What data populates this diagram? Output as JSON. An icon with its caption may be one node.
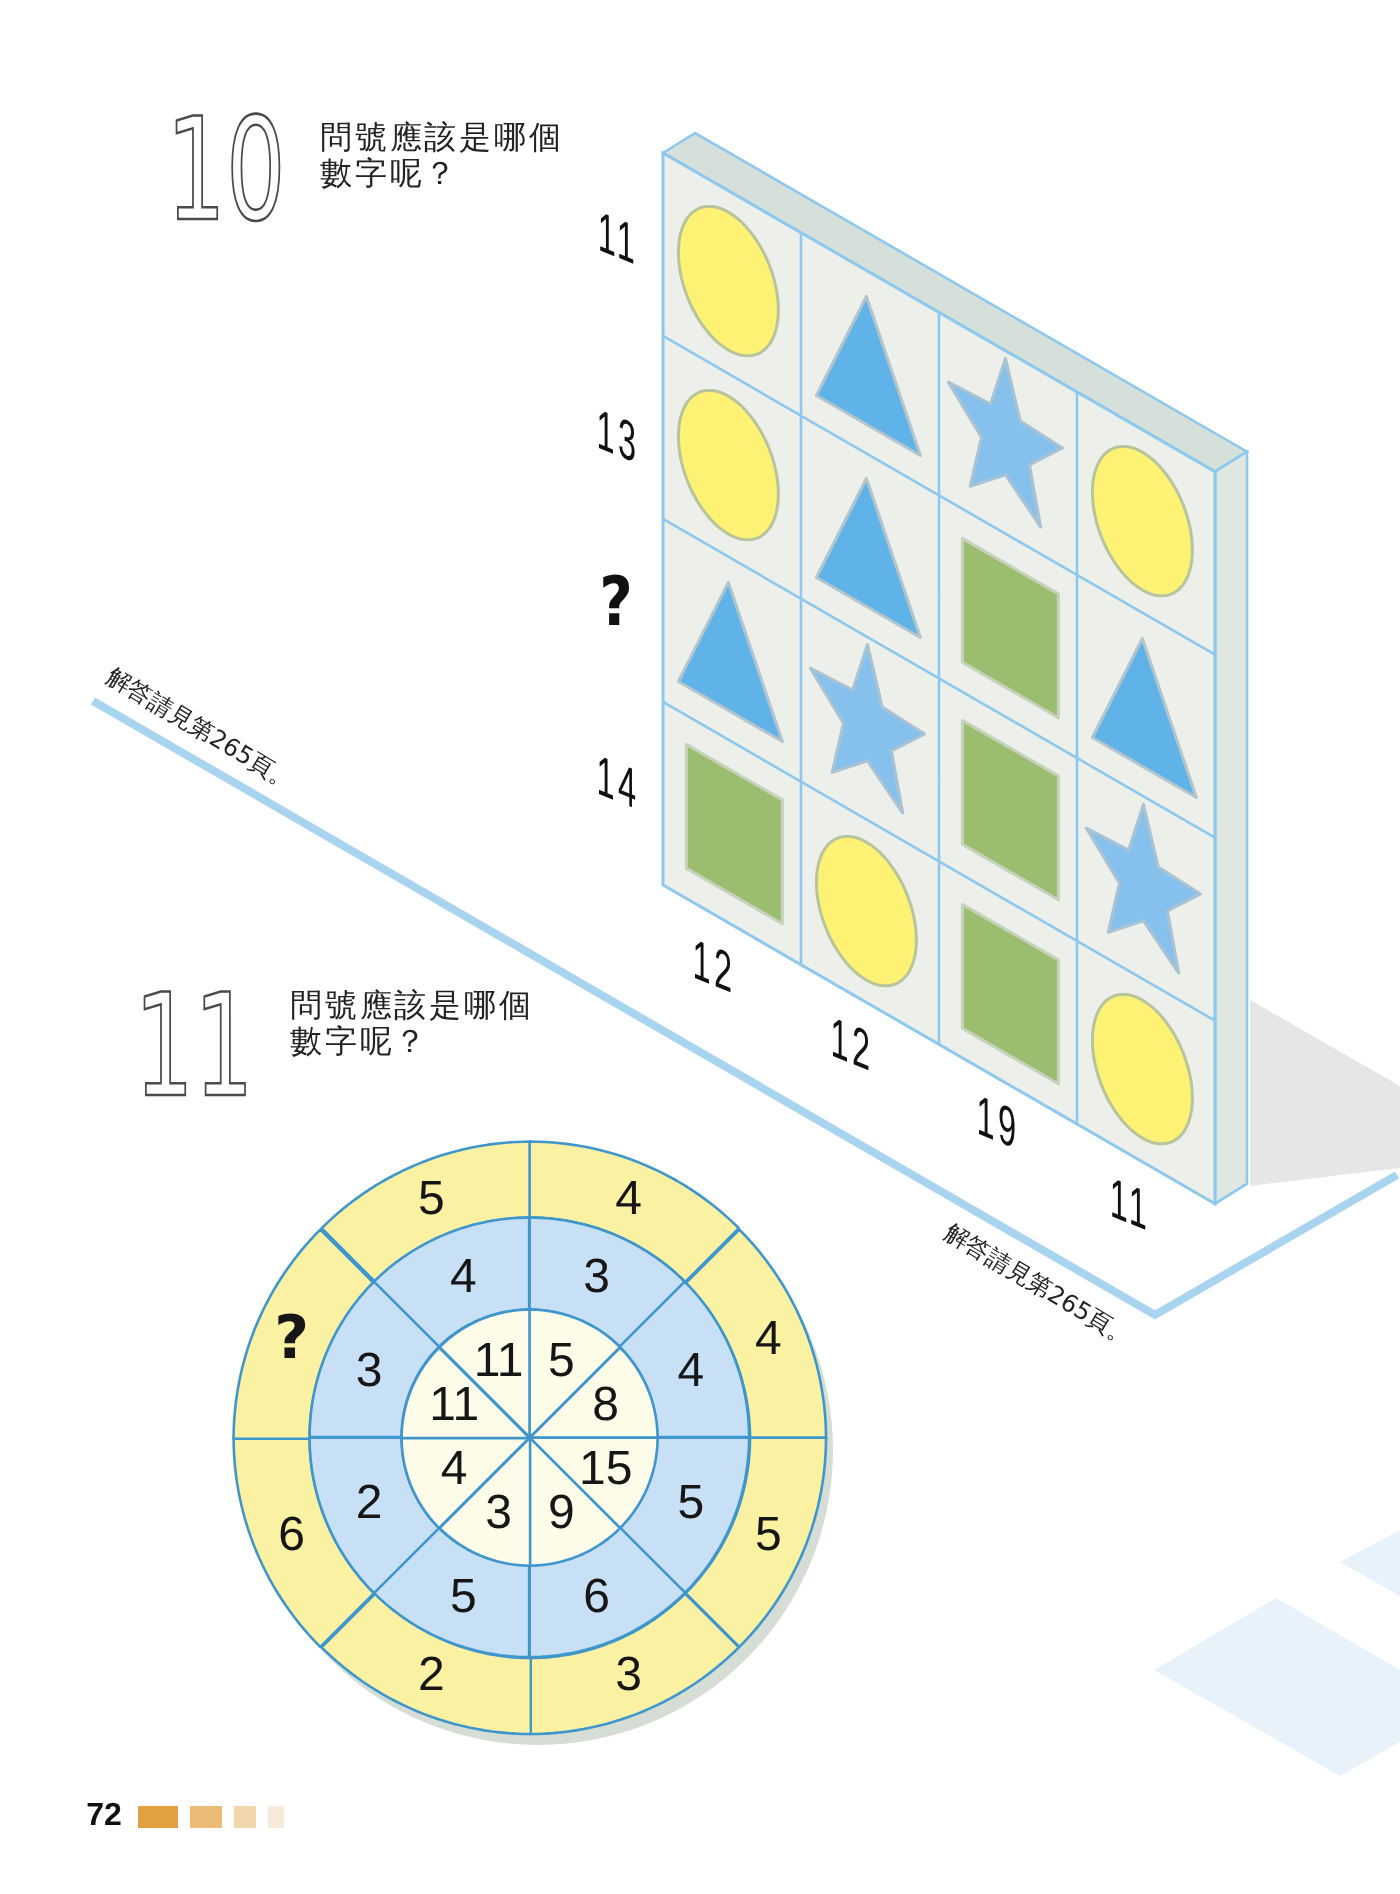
{
  "diagram": {
    "nodes": [
      {
        "text": [],
        "shape": "circle"
      },
      {
        "text": [],
        "shape": "triangle"
      },
      {
        "text": [],
        "shape": "star"
      },
      {
        "text": [],
        "shape": "circle"
      },
      {
        "text": [],
        "shape": "circle"
      },
      {
        "text": [],
        "shape": "triangle"
      },
      {
        "text": [],
        "shape": "square"
      },
      {
        "text": [],
        "shape": "triangle"
      },
      {
        "text": [],
        "shape": "triangle"
      },
      {
        "text": [],
        "shape": "star"
      },
      {
        "text": [],
        "shape": "square"
      },
      {
        "text": [],
        "shape": "star"
      },
      {
        "text": [],
        "shape": "square"
      },
      {
        "text": [],
        "shape": "circle"
      },
      {
        "text": [],
        "shape": "square"
      },
      {
        "text": [],
        "shape": "circle"
      },
      {
        "text": [
          "5"
        ]
      },
      {
        "text": [
          "4"
        ]
      },
      {
        "text": [
          "4"
        ]
      },
      {
        "text": [
          "5"
        ]
      },
      {
        "text": [
          "3"
        ]
      },
      {
        "text": [
          "2"
        ]
      },
      {
        "text": [
          "6"
        ]
      },
      {
        "text": [
          "?"
        ]
      },
      {
        "text": [
          "4"
        ]
      },
      {
        "text": [
          "3"
        ]
      },
      {
        "text": [
          "4"
        ]
      },
      {
        "text": [
          "5"
        ]
      },
      {
        "text": [
          "6"
        ]
      },
      {
        "text": [
          "5"
        ]
      },
      {
        "text": [
          "2"
        ]
      },
      {
        "text": [
          "3"
        ]
      },
      {
        "text": [
          "11"
        ]
      },
      {
        "text": [
          "5"
        ]
      },
      {
        "text": [
          "8"
        ]
      },
      {
        "text": [
          "15"
        ]
      },
      {
        "text": [
          "9"
        ]
      },
      {
        "text": [
          "3"
        ]
      },
      {
        "text": [
          "4"
        ]
      },
      {
        "text": [
          "11"
        ]
      }
    ],
    "labels": [
      "10",
      "問號應該是哪個數字呢？",
      "11",
      "13",
      "?",
      "14",
      "12",
      "12",
      "19",
      "11",
      "解答請見第265頁。",
      "11",
      "問號應該是哪個數字呢？",
      "解答請見第265頁。",
      "72"
    ]
  }
}
